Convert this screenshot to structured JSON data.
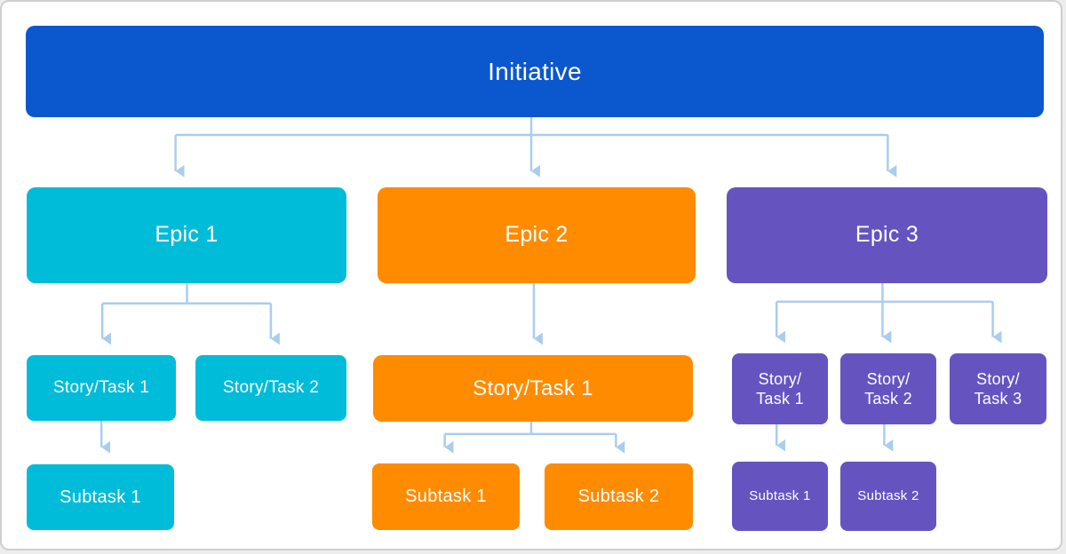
{
  "colors": {
    "initiative": "#0b57cd",
    "epic1": "#00bcd9",
    "epic2": "#ff8b00",
    "epic3": "#6554c0",
    "connector": "#a9cdee",
    "card_background": "#ffffff",
    "card_border": "#cfcfcf"
  },
  "tree": {
    "initiative": {
      "label": "Initiative"
    },
    "epics": [
      {
        "label": "Epic 1",
        "stories": [
          {
            "label": "Story/Task 1"
          },
          {
            "label": "Story/Task 2"
          }
        ],
        "subtasks": [
          {
            "label": "Subtask 1"
          }
        ]
      },
      {
        "label": "Epic 2",
        "stories": [
          {
            "label": "Story/Task 1"
          }
        ],
        "subtasks": [
          {
            "label": "Subtask 1"
          },
          {
            "label": "Subtask 2"
          }
        ]
      },
      {
        "label": "Epic 3",
        "stories": [
          {
            "line1": "Story/",
            "line2": "Task 1"
          },
          {
            "line1": "Story/",
            "line2": "Task 2"
          },
          {
            "line1": "Story/",
            "line2": "Task 3"
          }
        ],
        "subtasks": [
          {
            "label": "Subtask 1"
          },
          {
            "label": "Subtask 2"
          }
        ]
      }
    ]
  }
}
